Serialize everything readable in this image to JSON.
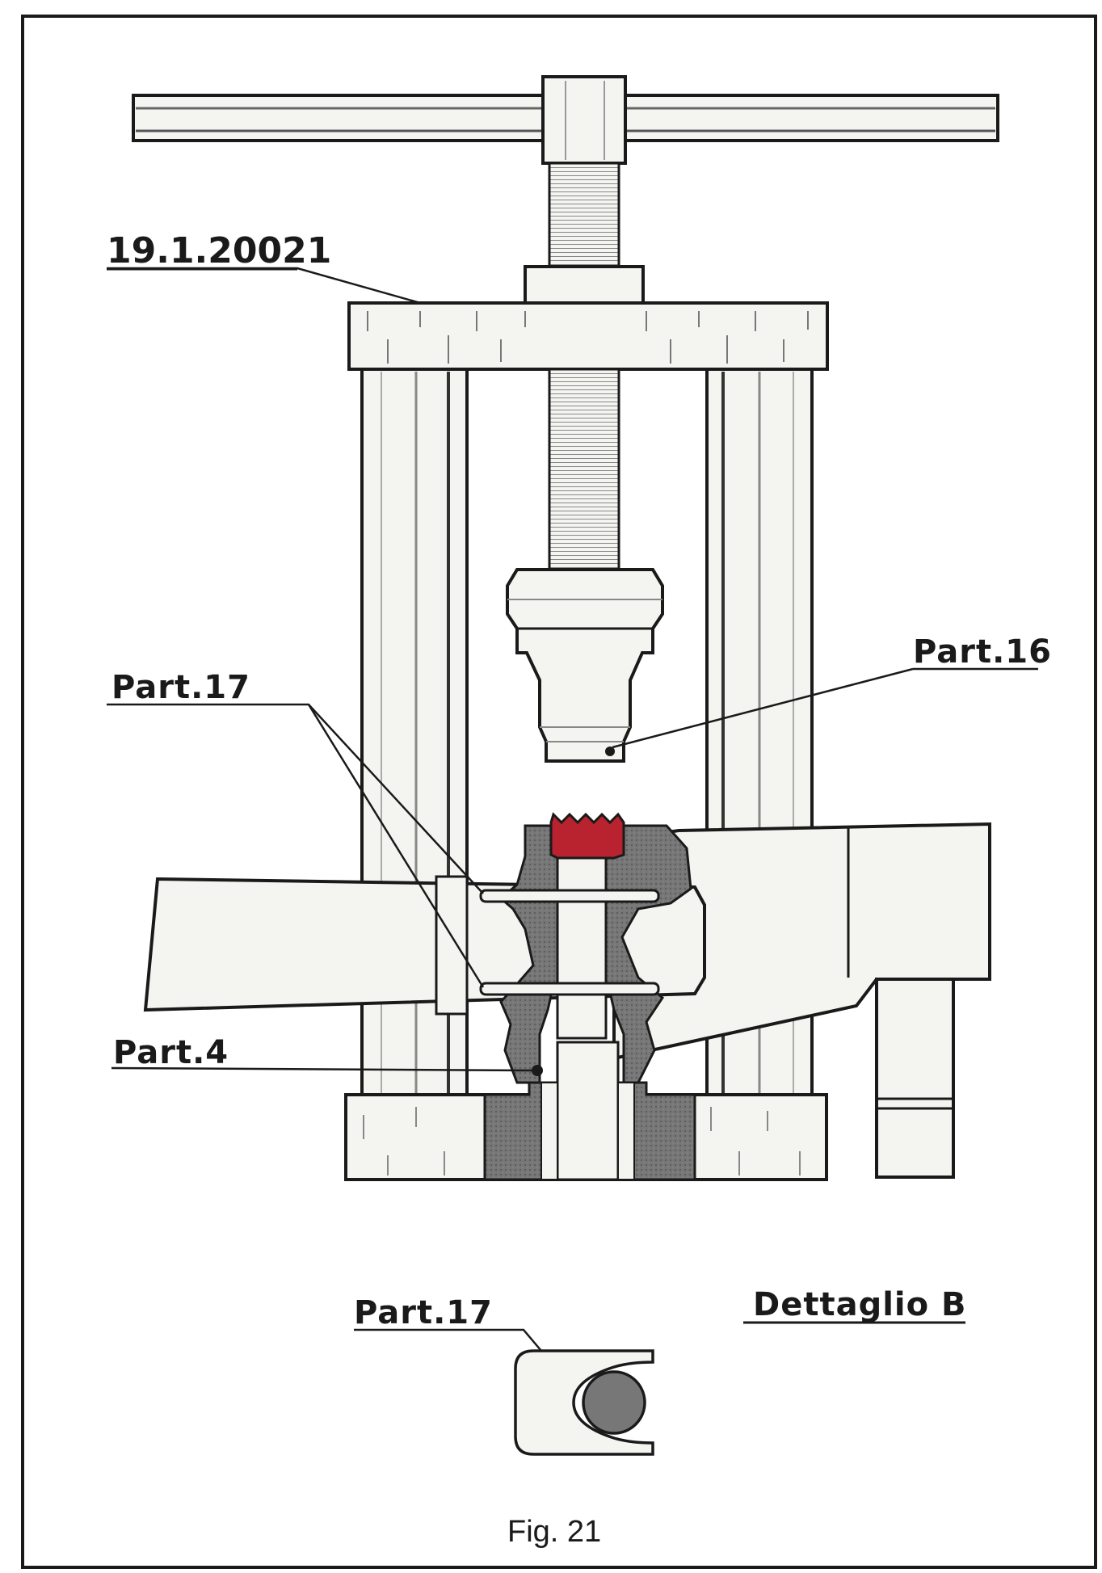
{
  "labels": {
    "tool_number": "19.1.20021",
    "part16": "Part.16",
    "part17": "Part.17",
    "part4": "Part.4",
    "part17_detail": "Part.17",
    "detail_title": "Dettaglio B",
    "caption": "Fig. 21"
  },
  "colors": {
    "line": "#1a1a1a",
    "metal": "#f4f4f1",
    "section_hatch": "#666666",
    "seal": "#b8232f"
  }
}
